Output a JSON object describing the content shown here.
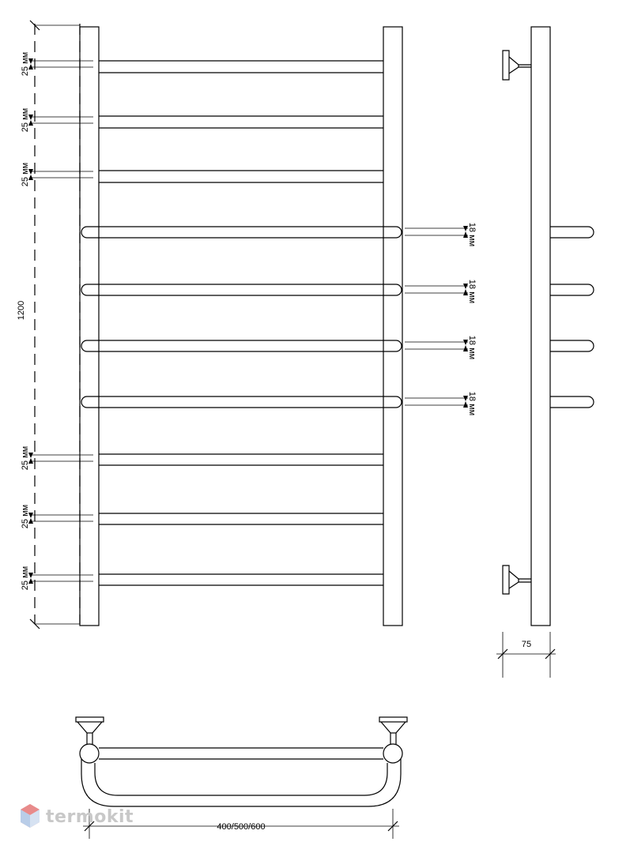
{
  "dimensions": {
    "height": "1200",
    "gap_top_1": "25 мм",
    "gap_top_2": "25 мм",
    "gap_top_3": "25 мм",
    "gap_bottom_1": "25 мм",
    "gap_bottom_2": "25 мм",
    "gap_bottom_3": "25 мм",
    "pipe_1": "18 мм",
    "pipe_2": "18 мм",
    "pipe_3": "18 мм",
    "pipe_4": "18 мм",
    "depth": "75",
    "width": "400/500/600"
  },
  "watermark": {
    "brand": "termokit",
    "icon": "termokit-logo-icon"
  }
}
